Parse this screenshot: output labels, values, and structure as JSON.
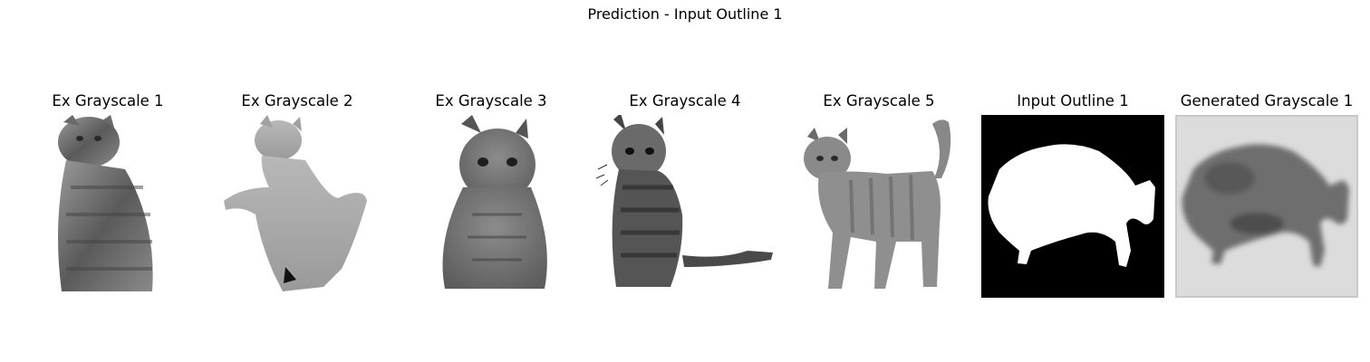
{
  "figure": {
    "suptitle": "Prediction - Input Outline 1",
    "panels": [
      {
        "title": "Ex Grayscale 1",
        "image": "grayscale-cat-sitting-photo"
      },
      {
        "title": "Ex Grayscale 2",
        "image": "grayscale-cat-pawing-photo"
      },
      {
        "title": "Ex Grayscale 3",
        "image": "grayscale-cat-front-photo"
      },
      {
        "title": "Ex Grayscale 4",
        "image": "grayscale-tabby-cat-photo"
      },
      {
        "title": "Ex Grayscale 5",
        "image": "grayscale-cat-standing-photo"
      },
      {
        "title": "Input Outline 1",
        "image": "binary-cat-silhouette-mask"
      },
      {
        "title": "Generated Grayscale 1",
        "image": "generated-blurry-cat-image"
      }
    ],
    "colors": {
      "background": "#ffffff",
      "mask_background": "#000000",
      "mask_foreground": "#ffffff",
      "generated_background": "#dcdcdc"
    }
  }
}
